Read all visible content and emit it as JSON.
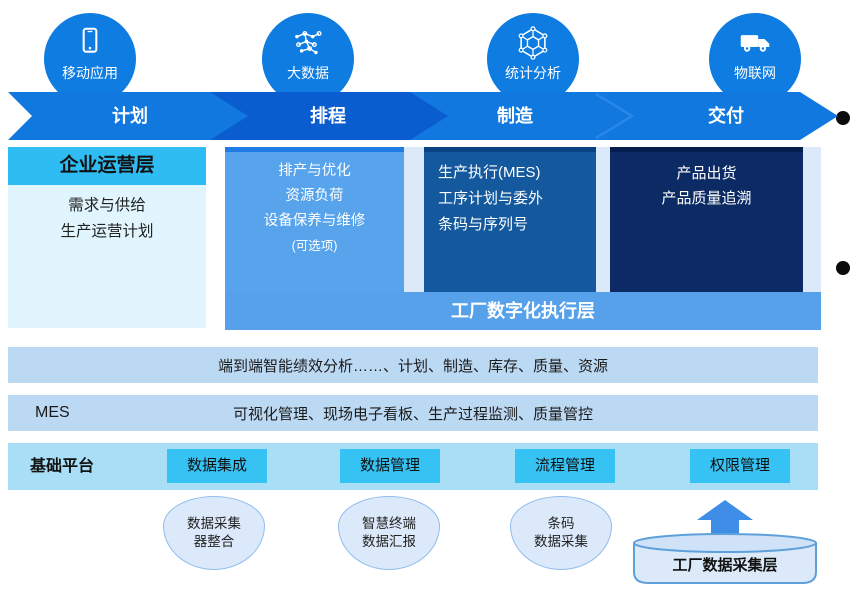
{
  "top_icons": [
    {
      "label": "移动应用",
      "icon": "mobile-app-icon"
    },
    {
      "label": "大数据",
      "icon": "big-data-icon"
    },
    {
      "label": "统计分析",
      "icon": "statistics-icon"
    },
    {
      "label": "物联网",
      "icon": "iot-truck-icon"
    }
  ],
  "process_arrow": {
    "stages": [
      {
        "label": "计划"
      },
      {
        "label": "排程"
      },
      {
        "label": "制造"
      },
      {
        "label": "交付"
      }
    ]
  },
  "enterprise_layer": {
    "title": "企业运营层",
    "lines": [
      "需求与供给",
      "生产运营计划"
    ]
  },
  "execution_layer": {
    "title": "工厂数字化执行层",
    "scheduling_box": {
      "lines": [
        "排产与优化",
        "资源负荷",
        "设备保养与维修",
        "(可选项)"
      ]
    },
    "manufacturing_box": {
      "lines": [
        "生产执行(MES)",
        "工序计划与委外",
        "条码与序列号"
      ]
    },
    "delivery_box": {
      "lines": [
        "产品出货",
        "产品质量追溯"
      ]
    }
  },
  "analysis_bar": {
    "text": "端到端智能绩效分析……、计划、制造、库存、质量、资源"
  },
  "mes_bar": {
    "label": "MES",
    "text": "可视化管理、现场电子看板、生产过程监测、质量管控"
  },
  "platform_bar": {
    "title": "基础平台",
    "modules": [
      "数据集成",
      "数据管理",
      "流程管理",
      "权限管理"
    ]
  },
  "collectors": [
    {
      "line1": "数据采集",
      "line2": "器整合"
    },
    {
      "line1": "智慧终端",
      "line2": "数据汇报"
    },
    {
      "line1": "条码",
      "line2": "数据采集"
    }
  ],
  "collection_layer": {
    "title": "工厂数据采集层"
  },
  "colors": {
    "circle_blue": "#0e7ce0",
    "arrow_blue": "#1178e0",
    "arrow_dark_blue": "#0a5dce",
    "enterprise_header": "#2ebcf2",
    "enterprise_body": "#e0f5fd",
    "scheduling_box": "#57a3ec",
    "manufacturing_box": "#14589d",
    "delivery_box": "#0c2a63",
    "execution_strip": "#57a0ea",
    "bar_light_blue": "#bcd9f4",
    "platform_bar": "#a8dff6",
    "module_badge": "#36c2f2",
    "collector_fill": "#dce9fa",
    "cylinder_fill": "#dce9f8",
    "up_arrow": "#3e8ee8"
  }
}
